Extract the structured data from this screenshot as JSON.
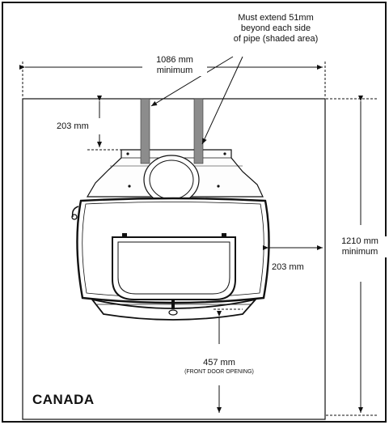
{
  "annotations": {
    "note_line1": "Must extend 51mm",
    "note_line2": "beyond each side",
    "note_line3": "of pipe (shaded area)",
    "width_value": "1086 mm",
    "width_qualifier": "minimum",
    "rear_clearance": "203 mm",
    "side_clearance": "203 mm",
    "depth_value": "1210 mm",
    "depth_qualifier": "minimum",
    "front_value": "457 mm",
    "front_note": "(FRONT DOOR OPENING)"
  },
  "region_label": "CANADA",
  "colors": {
    "line": "#111111",
    "pipe_shade": "#8c8c8c",
    "hearth": "#f7f7f7"
  }
}
